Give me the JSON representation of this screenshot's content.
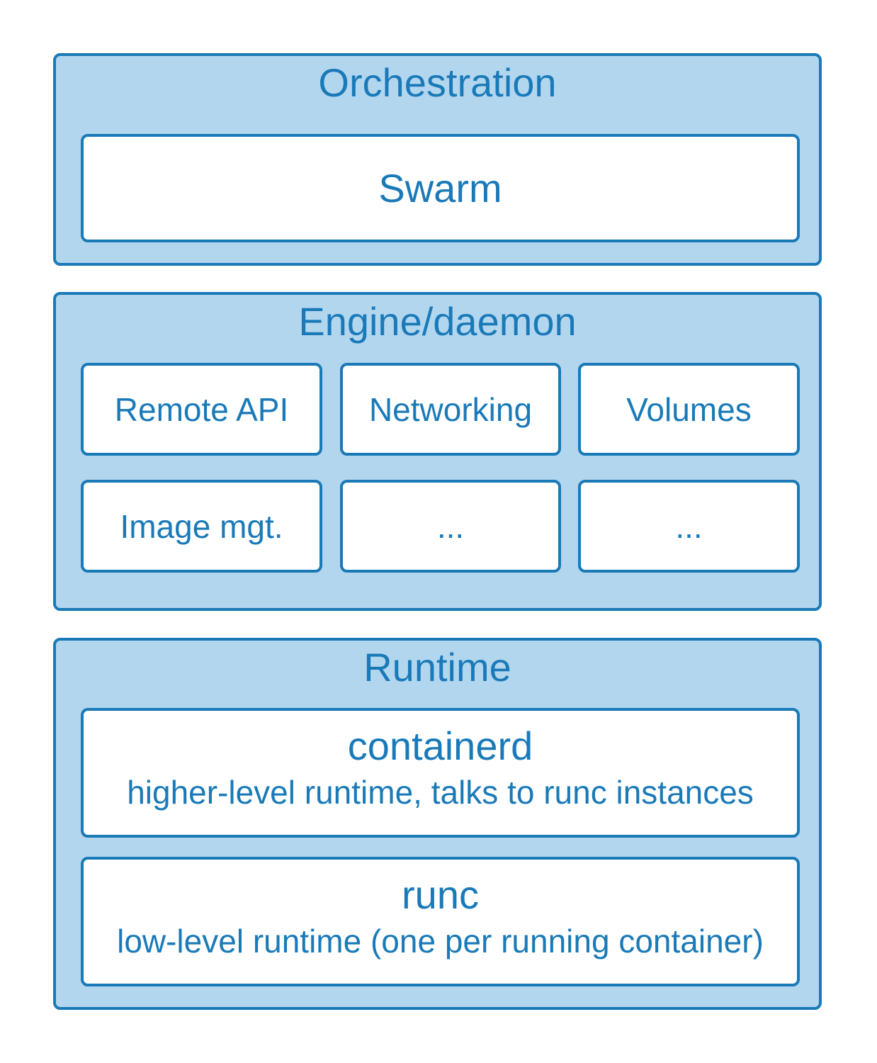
{
  "layers": {
    "orchestration": {
      "title": "Orchestration",
      "components": [
        "Swarm"
      ]
    },
    "engine": {
      "title": "Engine/daemon",
      "components": [
        "Remote API",
        "Networking",
        "Volumes",
        "Image mgt.",
        "...",
        "..."
      ]
    },
    "runtime": {
      "title": "Runtime",
      "components": [
        {
          "name": "containerd",
          "description": "higher-level runtime, talks to runc instances"
        },
        {
          "name": "runc",
          "description": "low-level runtime (one per running container)"
        }
      ]
    }
  },
  "colors": {
    "stroke": "#1a7ab8",
    "layer_fill": "#b3d6ef",
    "box_fill": "#ffffff",
    "text": "#1a7ab8"
  }
}
